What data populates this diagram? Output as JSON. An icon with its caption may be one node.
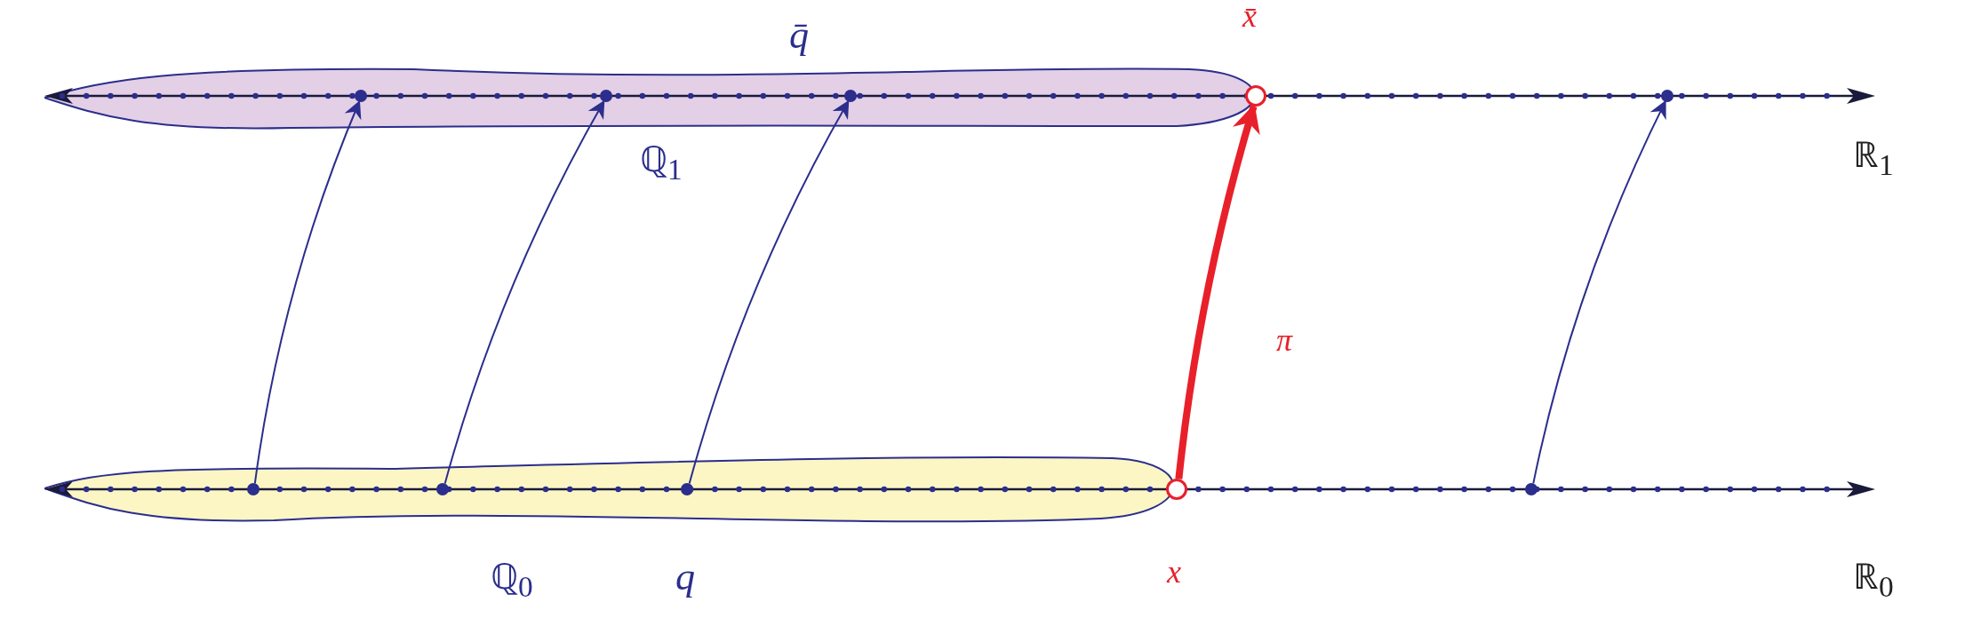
{
  "diagram": {
    "nodes": [
      {
        "text": [],
        "shape": "band",
        "beside": [
          "ℚ$_{1}$"
        ]
      },
      {
        "text": [],
        "shape": "circle",
        "in": 0
      },
      {
        "text": [],
        "shape": "circle",
        "in": 0
      },
      {
        "text": [],
        "shape": "circle",
        "in": 0
      },
      {
        "text": [],
        "shape": "circle",
        "beside": [
          "x̄"
        ]
      },
      {
        "text": [],
        "shape": "circle"
      },
      {
        "text": [],
        "shape": "band",
        "beside": [
          "ℚ$_{0}$"
        ]
      },
      {
        "text": [],
        "shape": "circle",
        "in": 6
      },
      {
        "text": [],
        "shape": "circle",
        "in": 6
      },
      {
        "text": [],
        "shape": "circle",
        "in": 6
      },
      {
        "text": [],
        "shape": "circle",
        "beside": [
          "x"
        ]
      },
      {
        "text": [],
        "shape": "circle"
      }
    ],
    "edges": [
      {
        "from": 7,
        "to": 1,
        "arrow": "to"
      },
      {
        "from": 8,
        "to": 2,
        "arrow": "to"
      },
      {
        "from": 9,
        "to": 3,
        "arrow": "to"
      },
      {
        "from": 10,
        "to": 4,
        "arrow": "to",
        "label": "π",
        "style": "thick",
        "color": "#e8202a"
      },
      {
        "from": 11,
        "to": 5,
        "arrow": "to"
      }
    ],
    "labels": [
      "q̄",
      "ℝ$_{1}$",
      "q",
      "ℝ$_{0}$"
    ]
  }
}
